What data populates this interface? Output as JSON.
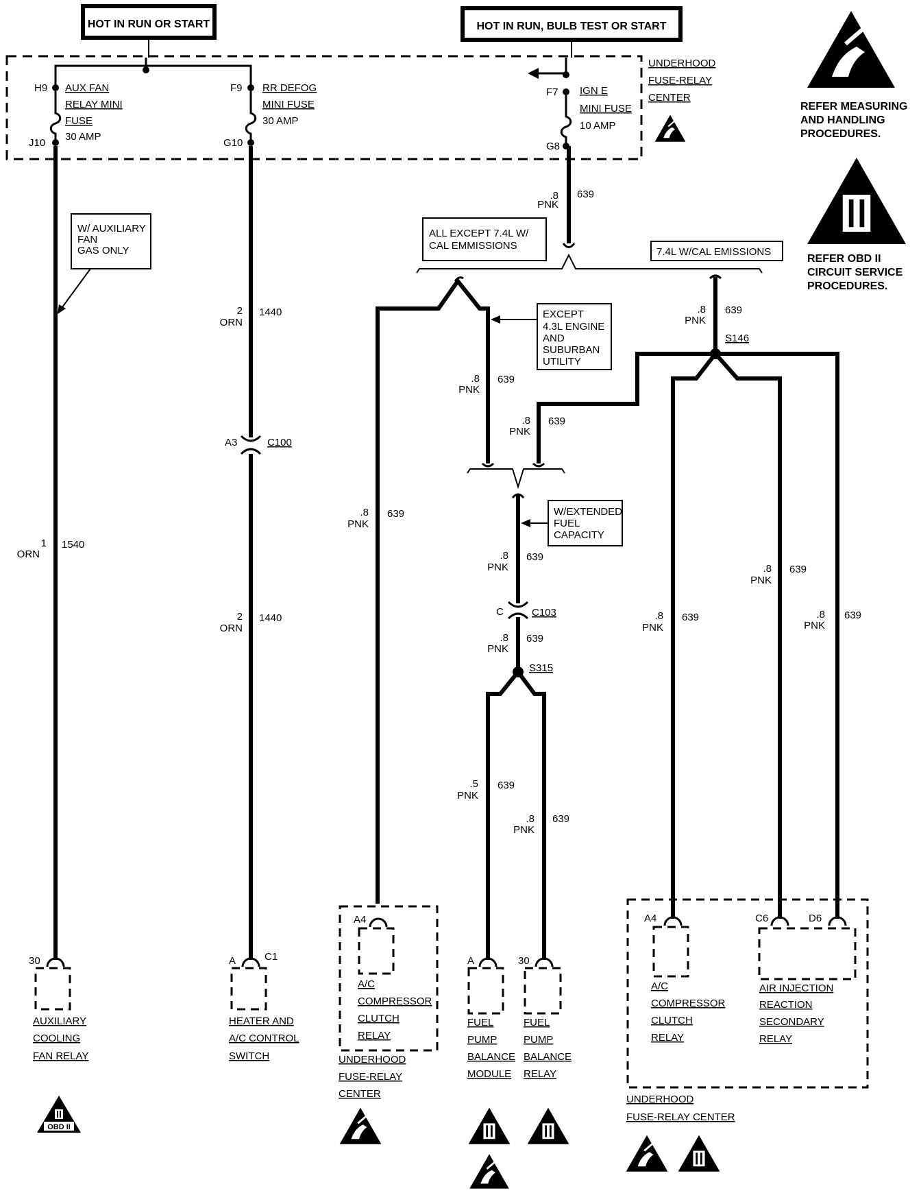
{
  "headers": {
    "hot_run_start": "HOT IN RUN OR START",
    "hot_run_bulb": "HOT IN RUN, BULB TEST OR START"
  },
  "fuse_center": {
    "label": [
      "UNDERHOOD",
      "FUSE-RELAY",
      "CENTER"
    ],
    "aux_fuse": {
      "in": "H9",
      "out": "J10",
      "text": [
        "AUX FAN",
        "RELAY MINI",
        "FUSE",
        "30 AMP"
      ]
    },
    "defog_fuse": {
      "in": "F9",
      "out": "G10",
      "text": [
        "RR DEFOG",
        "MINI FUSE",
        "30 AMP"
      ]
    },
    "ign_fuse": {
      "in": "F7",
      "out": "G8",
      "text": [
        "IGN E",
        "MINI FUSE",
        "10 AMP"
      ]
    }
  },
  "notes": {
    "refer_measuring": [
      "REFER MEASURING",
      "AND HANDLING",
      "PROCEDURES."
    ],
    "refer_obd": [
      "REFER OBD II",
      "CIRCUIT SERVICE",
      "PROCEDURES."
    ]
  },
  "options": {
    "aux_fan": [
      "W/ AUXILIARY",
      "FAN",
      "GAS ONLY"
    ],
    "all_except": [
      "ALL EXCEPT 7.4L W/",
      "CAL EMMISSIONS"
    ],
    "cal_emissions": "7.4L W/CAL EMISSIONS",
    "except_43": [
      "EXCEPT",
      "4.3L ENGINE",
      "AND",
      "SUBURBAN",
      "UTILITY"
    ],
    "extended_fuel": [
      "W/EXTENDED",
      "FUEL",
      "CAPACITY"
    ]
  },
  "wires": {
    "orn1": {
      "gauge": "1",
      "color": "ORN",
      "circuit": "1540"
    },
    "orn2": {
      "gauge": "2",
      "color": "ORN",
      "circuit": "1440"
    },
    "pnk8": {
      "gauge": ".8",
      "color": "PNK",
      "circuit": "639"
    },
    "pnk5": {
      "gauge": ".5",
      "color": "PNK",
      "circuit": "639"
    }
  },
  "connectors": {
    "c100": {
      "pin": "A3",
      "name": "C100"
    },
    "c103": {
      "pin": "C",
      "name": "C103"
    },
    "s146": "S146",
    "s315": "S315"
  },
  "components": {
    "aux_relay": {
      "pin": "30",
      "text": [
        "AUXILIARY",
        "COOLING",
        "FAN RELAY"
      ]
    },
    "heater_switch": {
      "pin": "A",
      "pin2": "C1",
      "text": [
        "HEATER AND",
        "A/C CONTROL",
        "SWITCH"
      ]
    },
    "ac_relay_left": {
      "pin": "A4",
      "text": [
        "A/C",
        "COMPRESSOR",
        "CLUTCH",
        "RELAY"
      ],
      "center": [
        "UNDERHOOD",
        "FUSE-RELAY",
        "CENTER"
      ]
    },
    "fuel_module": {
      "pin": "A",
      "text": [
        "FUEL",
        "PUMP",
        "BALANCE",
        "MODULE"
      ]
    },
    "fuel_relay": {
      "pin": "30",
      "text": [
        "FUEL",
        "PUMP",
        "BALANCE",
        "RELAY"
      ]
    },
    "ac_relay_right": {
      "pin": "A4",
      "text": [
        "A/C",
        "COMPRESSOR",
        "CLUTCH",
        "RELAY"
      ]
    },
    "air_relay": {
      "pin1": "C6",
      "pin2": "D6",
      "text": [
        "AIR INJECTION",
        "REACTION",
        "SECONDARY",
        "RELAY"
      ]
    },
    "right_center": [
      "UNDERHOOD",
      "FUSE-RELAY CENTER"
    ]
  },
  "symbols": {
    "obd_small": "OBD II",
    "obd_numeral": "II"
  }
}
